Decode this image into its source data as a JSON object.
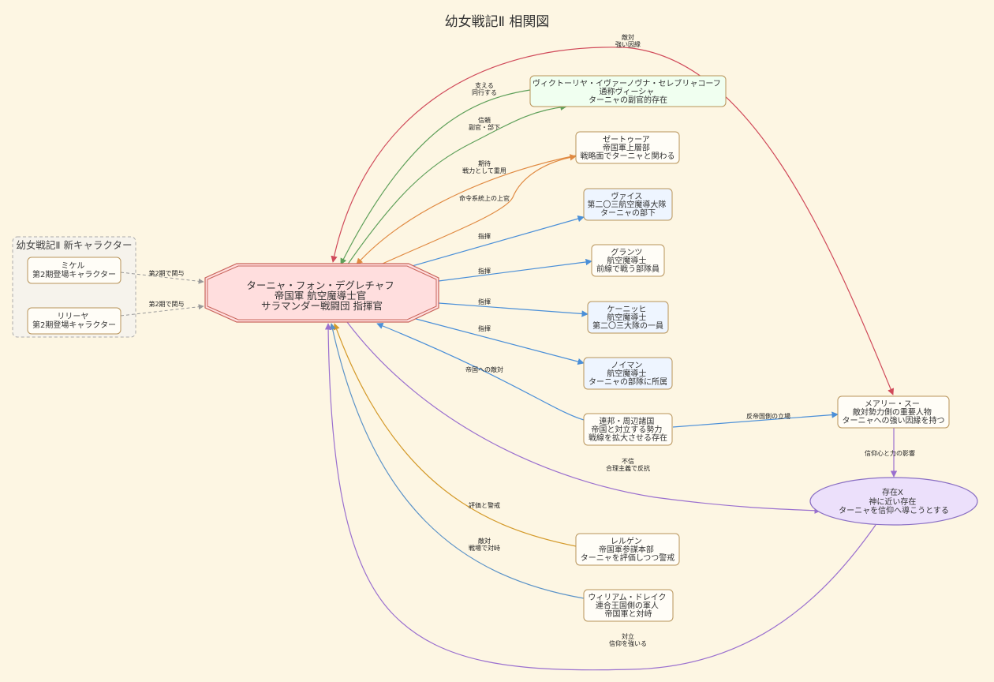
{
  "title": "幼女戦記Ⅱ 相関図",
  "group": {
    "label": "幼女戦記Ⅱ 新キャラクター"
  },
  "nodes": {
    "tanya": [
      "ターニャ・フォン・デグレチャフ",
      "帝国軍 航空魔導士官",
      "サラマンダー戦闘団 指揮官"
    ],
    "visha": [
      "ヴィクトーリヤ・イヴァーノヴナ・セレブリャコーフ",
      "通称ヴィーシャ",
      "ターニャの副官的存在"
    ],
    "zettour": [
      "ゼートゥーア",
      "帝国軍上層部",
      "戦略面でターニャと関わる"
    ],
    "weiss": [
      "ヴァイス",
      "第二〇三航空魔導大隊",
      "ターニャの部下"
    ],
    "grantz": [
      "グランツ",
      "航空魔導士",
      "前線で戦う部隊員"
    ],
    "koenig": [
      "ケーニッヒ",
      "航空魔導士",
      "第二〇三大隊の一員"
    ],
    "neumann": [
      "ノイマン",
      "航空魔導士",
      "ターニャの部隊に所属"
    ],
    "federation": [
      "連邦・周辺諸国",
      "帝国と対立する勢力",
      "戦線を拡大させる存在"
    ],
    "mary": [
      "メアリー・スー",
      "敵対勢力側の重要人物",
      "ターニャへの強い因縁を持つ"
    ],
    "being_x": [
      "存在X",
      "神に近い存在",
      "ターニャを信仰へ導こうとする"
    ],
    "rerugen": [
      "レルゲン",
      "帝国軍参謀本部",
      "ターニャを評価しつつ警戒"
    ],
    "drake": [
      "ウィリアム・ドレイク",
      "連合王国側の軍人",
      "帝国軍と対峙"
    ],
    "mikel": [
      "ミケル",
      "第2期登場キャラクター"
    ],
    "lilya": [
      "リリーヤ",
      "第2期登場キャラクター"
    ]
  },
  "edges": {
    "mary_tanya": [
      "敵対",
      "強い因縁"
    ],
    "visha_tanya": [
      "支える",
      "同行する"
    ],
    "tanya_visha": [
      "信頼",
      "副官・部下"
    ],
    "zettour_tanya_1": [
      "期待",
      "戦力として重用"
    ],
    "zettour_tanya_2": [
      "命令系統上の上官"
    ],
    "weiss": [
      "指揮"
    ],
    "grantz": [
      "指揮"
    ],
    "koenig": [
      "指揮"
    ],
    "neumann": [
      "指揮"
    ],
    "federation_tanya": [
      "帝国への敵対"
    ],
    "federation_mary": [
      "反帝国側の立場"
    ],
    "mary_beingx": [
      "信仰心と力の影響"
    ],
    "tanya_beingx": [
      "不信",
      "合理主義で反抗"
    ],
    "rerugen_tanya": [
      "評価と警戒"
    ],
    "drake_tanya": [
      "敵対",
      "戦場で対峙"
    ],
    "beingx_tanya": [
      "対立",
      "信仰を強いる"
    ],
    "mikel_tanya": [
      "第2期で関与"
    ],
    "lilya_tanya": [
      "第2期で関与"
    ]
  },
  "colors": {
    "background": "#fdf6e3",
    "node_fill": "#fffdf7",
    "node_stroke": "#b8945a",
    "tanya_fill": "#ffdede",
    "tanya_stroke": "#c9655c",
    "visha_fill": "#f0fff0",
    "subordinate_fill": "#eef5ff",
    "beingx_fill": "#ece0fb",
    "beingx_stroke": "#8a6fc4",
    "edge_red": "#d04a5a",
    "edge_green": "#5fa05a",
    "edge_orange": "#e08a42",
    "edge_blue": "#4a8fd8",
    "edge_blue_light": "#5b93c8",
    "edge_purple": "#9a6fcf",
    "edge_gold": "#d49a2a",
    "edge_gray": "#999999"
  }
}
